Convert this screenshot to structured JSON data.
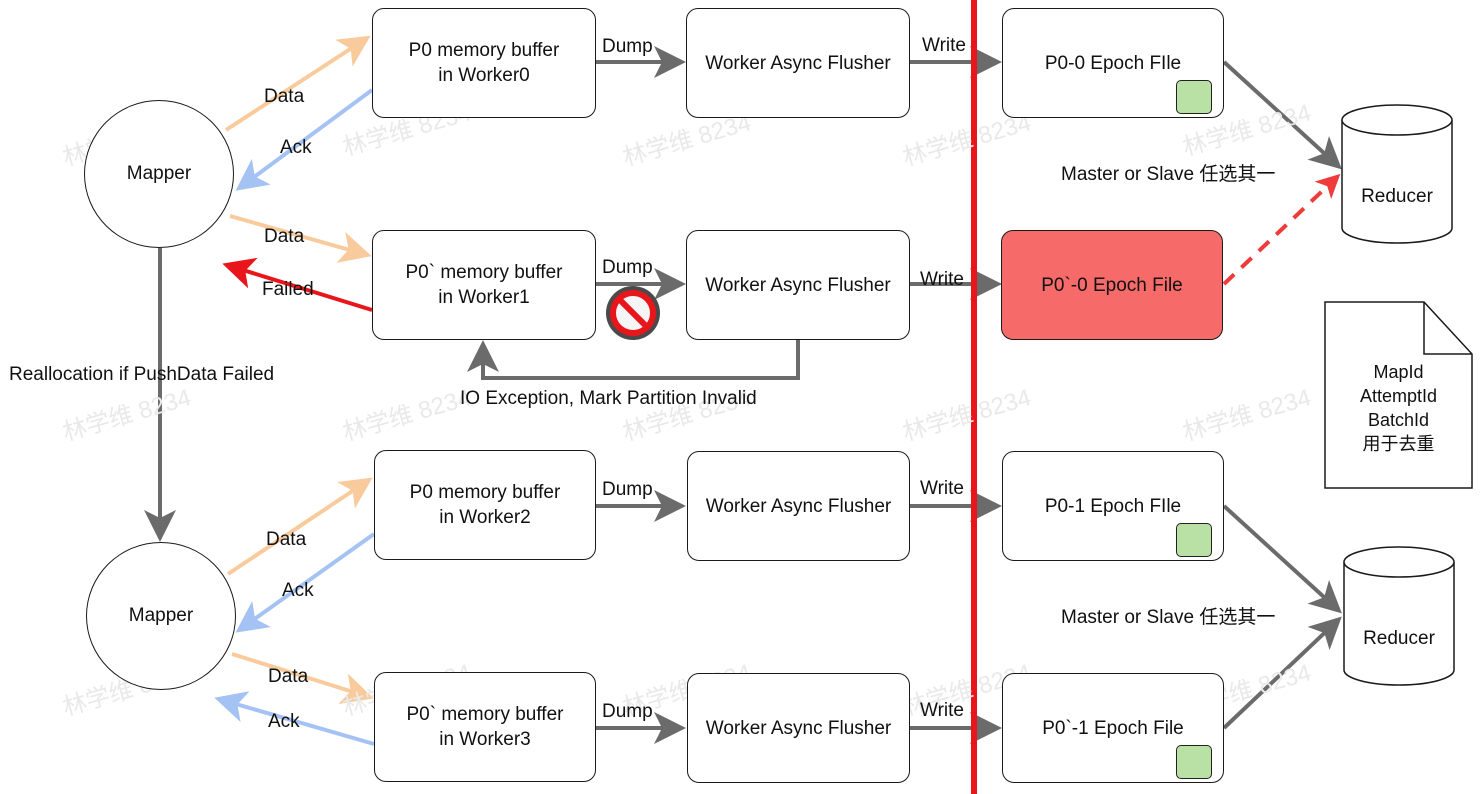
{
  "watermark": "林学维 8234",
  "mappers": [
    {
      "label": "Mapper"
    },
    {
      "label": "Mapper"
    }
  ],
  "buffers": [
    {
      "line1": "P0 memory buffer",
      "line2": "in Worker0"
    },
    {
      "line1": "P0` memory buffer",
      "line2": "in Worker1"
    },
    {
      "line1": "P0 memory buffer",
      "line2": "in Worker2"
    },
    {
      "line1": "P0` memory buffer",
      "line2": "in Worker3"
    }
  ],
  "flushers": [
    "Worker Async Flusher",
    "Worker Async Flusher",
    "Worker Async Flusher",
    "Worker Async Flusher"
  ],
  "epoch_files": [
    {
      "label": "P0-0 Epoch FIle",
      "status": "ok"
    },
    {
      "label": "P0`-0 Epoch File",
      "status": "failed"
    },
    {
      "label": "P0-1 Epoch FIle",
      "status": "ok"
    },
    {
      "label": "P0`-1 Epoch File",
      "status": "ok"
    }
  ],
  "reducers": [
    "Reducer",
    "Reducer"
  ],
  "edge_labels": {
    "data": "Data",
    "ack": "Ack",
    "failed": "Failed",
    "dump": "Dump",
    "write": "Write",
    "realloc": "Reallocation if PushData Failed",
    "io_exception": "IO Exception, Mark Partition Invalid",
    "master_slave": "Master or Slave 任选其一"
  },
  "note": [
    "MapId",
    "AttemptId",
    "BatchId",
    "用于去重"
  ],
  "colors": {
    "data_arrow": "#f9cb9c",
    "ack_arrow": "#a4c2f4",
    "failed_arrow": "#e8161b",
    "flow_arrow": "#6b6b6b",
    "separator": "#e8161b",
    "failed_file": "#f76a6a",
    "chip": "#b9e0a5"
  },
  "icons": [
    "stop-icon"
  ]
}
